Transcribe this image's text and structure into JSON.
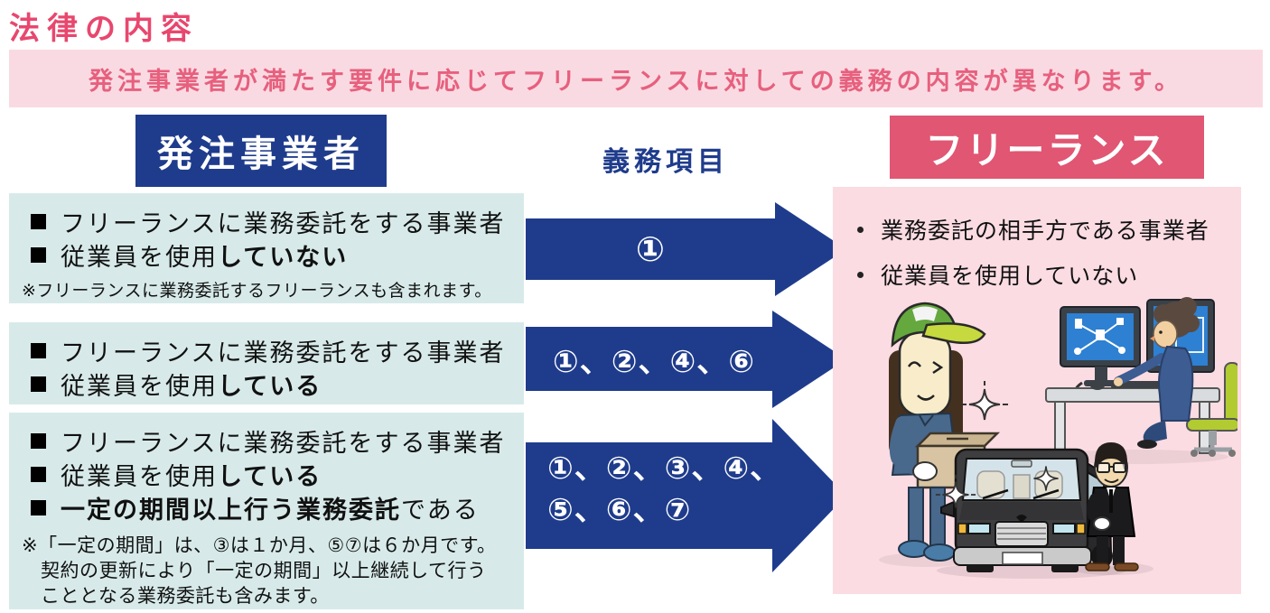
{
  "title": "法律の内容",
  "banner": "発注事業者が満たす要件に応じてフリーランスに対しての義務の内容が異なります。",
  "headers": {
    "orderer": "発注事業者",
    "obligations": "義務項目",
    "freelance": "フリーランス"
  },
  "orderer_boxes": [
    {
      "items": [
        {
          "pre": "フリーランスに業務委託をする事業者",
          "bold": "",
          "post": ""
        },
        {
          "pre": "従業員を使用",
          "bold": "していない",
          "post": ""
        }
      ],
      "note_lines": [
        "※フリーランスに業務委託するフリーランスも含まれます。"
      ]
    },
    {
      "items": [
        {
          "pre": "フリーランスに業務委託をする事業者",
          "bold": "",
          "post": ""
        },
        {
          "pre": "従業員を使用",
          "bold": "している",
          "post": ""
        }
      ],
      "note_lines": []
    },
    {
      "items": [
        {
          "pre": "フリーランスに業務委託をする事業者",
          "bold": "",
          "post": ""
        },
        {
          "pre": "従業員を使用",
          "bold": "している",
          "post": ""
        },
        {
          "pre": "",
          "bold": "一定の期間以上行う業務委託",
          "post": "である"
        }
      ],
      "note_lines": [
        "※「一定の期間」は、③は１か月、⑤⑦は６か月です。",
        "契約の更新により「一定の期間」以上継続して行う",
        "こととなる業務委託も含みます。"
      ]
    }
  ],
  "arrows": [
    {
      "lines": [
        "①"
      ]
    },
    {
      "lines": [
        "①、②、④、⑥"
      ]
    },
    {
      "lines": [
        "①、②、③、④、",
        "⑤、⑥、⑦"
      ]
    }
  ],
  "freelance_box": {
    "items": [
      "業務委託の相手方である事業者",
      "従業員を使用していない"
    ]
  },
  "colors": {
    "navy": "#1f3c8c",
    "pink_strong": "#e05673",
    "pink_title": "#e8476e",
    "pink_banner_bg": "#fadae2",
    "pink_box_bg": "#fbdce3",
    "teal_box_bg": "#d7eae9"
  }
}
